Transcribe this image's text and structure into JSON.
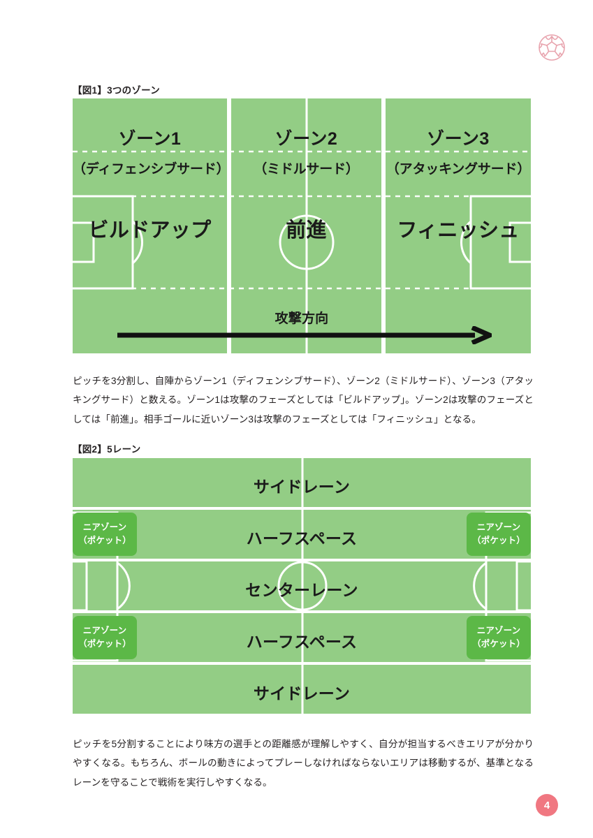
{
  "page": {
    "number": "4",
    "ball_icon": "soccer-ball-icon",
    "accent_color": "#f07781",
    "pitch_color": "#93cd85",
    "pocket_color": "#5cb847",
    "line_color": "#ffffff"
  },
  "figure1": {
    "label": "【図1】3つのゾーン",
    "zones": [
      {
        "title": "ゾーン1",
        "subtitle": "（ディフェンシブサード）",
        "phase": "ビルドアップ"
      },
      {
        "title": "ゾーン2",
        "subtitle": "（ミドルサード）",
        "phase": "前進"
      },
      {
        "title": "ゾーン3",
        "subtitle": "（アタッキングサード）",
        "phase": "フィニッシュ"
      }
    ],
    "attack_direction_label": "攻撃方向",
    "arrow_icon": "right-arrow-icon"
  },
  "paragraph1": "ピッチを3分割し、自陣からゾーン1（ディフェンシブサード）、ゾーン2（ミドルサード）、ゾーン3（アタッキングサード）と数える。ゾーン1は攻撃のフェーズとしては「ビルドアップ」。ゾーン2は攻撃のフェーズとしては「前進」。相手ゴールに近いゾーン3は攻撃のフェーズとしては「フィニッシュ」となる。",
  "figure2": {
    "label": "【図2】5レーン",
    "lanes": [
      {
        "label": "サイドレーン"
      },
      {
        "label": "ハーフスペース"
      },
      {
        "label": "センターレーン"
      },
      {
        "label": "ハーフスペース"
      },
      {
        "label": "サイドレーン"
      }
    ],
    "pockets": [
      {
        "line1": "ニアゾーン",
        "line2": "（ポケット）"
      },
      {
        "line1": "ニアゾーン",
        "line2": "（ポケット）"
      },
      {
        "line1": "ニアゾーン",
        "line2": "（ポケット）"
      },
      {
        "line1": "ニアゾーン",
        "line2": "（ポケット）"
      }
    ]
  },
  "paragraph2": "ピッチを5分割することにより味方の選手との距離感が理解しやすく、自分が担当するべきエリアが分かりやすくなる。もちろん、ボールの動きによってプレーしなければならないエリアは移動するが、基準となるレーンを守ることで戦術を実行しやすくなる。"
}
